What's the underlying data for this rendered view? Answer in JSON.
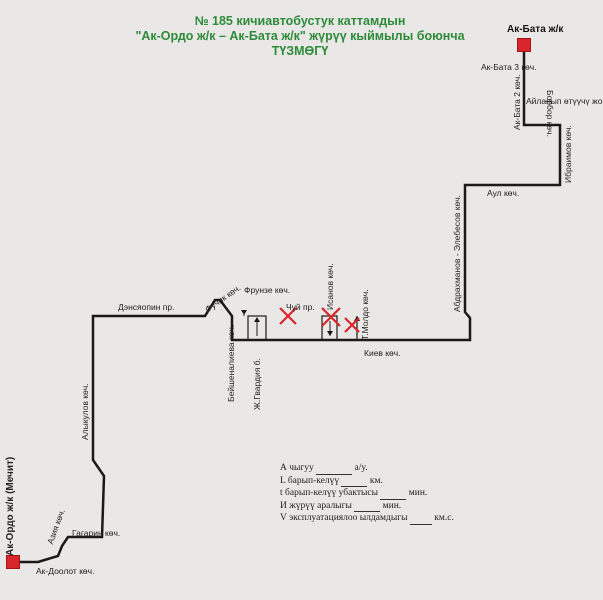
{
  "header": {
    "line1": "№ 185 кичиавтобустук каттамдын",
    "line2": "\"Ак-Ордо ж/к – Ак-Бата ж/к\" жүрүү кыймылы боюнча",
    "line3": "ТҮЗМӨГҮ"
  },
  "terminals": {
    "start": "Ак-Ордо ж/к (Мечит)",
    "end": "Ак-Бата ж/к"
  },
  "streets": {
    "ak_doolot": "Ак-Доолот көч.",
    "aziya": "Азия көч.",
    "gagarin": "Гагарин көч.",
    "alykulov": "Алыкулов көч.",
    "densiyapin": "Дэнсяопин пр.",
    "fuchik": "Фучик көч.",
    "frunze": "Фрунзе көч.",
    "beishenalieva": "Бейшеналиева көч.",
    "zh_gvardiya": "Ж.Гвардия б.",
    "chui": "Чүй пр.",
    "isanov": "Исанов көч.",
    "t_moldo": "Т.Молдо көч.",
    "kiev": "Киев көч.",
    "abdrakhmanov": "Абдрахманов - Элебесов көч.",
    "aul": "Аул көч.",
    "ibraimov": "Ибраимов көч.",
    "ailanyp": "Айланып өтүүчү жо",
    "ak_bata_2": "Ак-Бата 2 көч.",
    "ak_bata_3": "Ак-Бата 3 көч.",
    "borbor": "Борбор көч."
  },
  "form": {
    "line1_a": "А чыгуу",
    "line1_b": "а/у.",
    "line2_a": "L барып-келүү",
    "line2_b": "км.",
    "line3_a": "t барып-келүү убактысы",
    "line3_b": "мин.",
    "line4_a": "И жүрүү аралыгы",
    "line4_b": "мин.",
    "line5_a": "V эксплуатациялоо ылдамдыгы",
    "line5_b": "км.с."
  },
  "colors": {
    "title": "#2e8b3a",
    "route": "#1a1a1a",
    "terminal": "#d9262c",
    "closed_mark": "#d9262c"
  }
}
